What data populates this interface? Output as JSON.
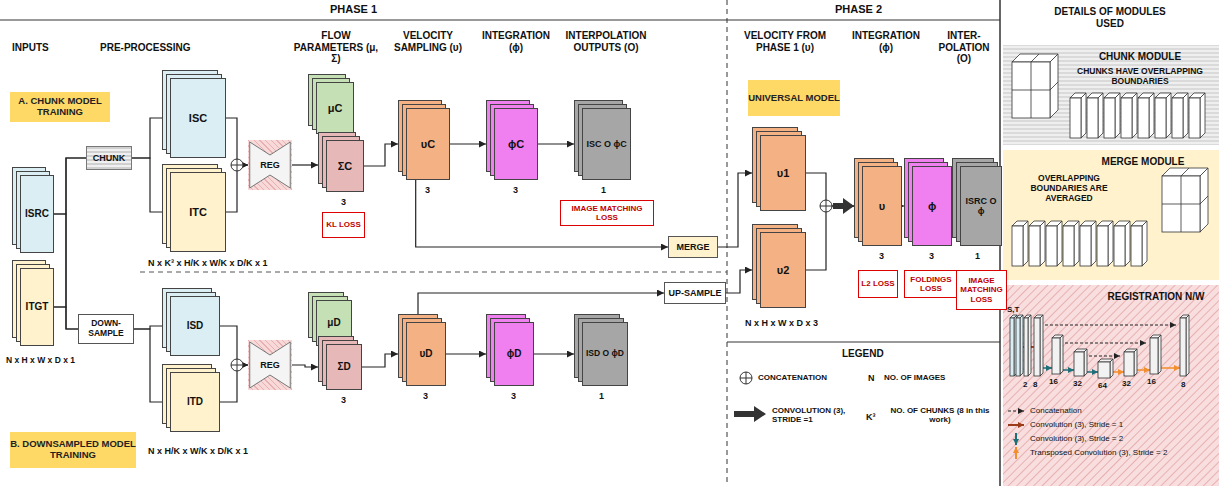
{
  "diagram": {
    "nodes": [
      {
        "text": [
          "A. CHUNK MODEL TRAINING"
        ]
      },
      {
        "text": [
          "ISRC"
        ]
      },
      {
        "text": [
          "ITGT"
        ]
      },
      {
        "text": [
          "CHUNK"
        ]
      },
      {
        "text": [
          "DOWN-SAMPLE"
        ]
      },
      {
        "text": [
          "ISC"
        ]
      },
      {
        "text": [
          "ITC"
        ]
      },
      {
        "text": [
          "REG"
        ]
      },
      {
        "text": [
          "μC"
        ]
      },
      {
        "text": [
          "ΣC"
        ]
      },
      {
        "text": [
          "KL LOSS"
        ]
      },
      {
        "text": [
          "υC"
        ]
      },
      {
        "text": [
          "ϕC"
        ]
      },
      {
        "text": [
          "ISC O ϕC"
        ]
      },
      {
        "text": [
          "IMAGE MATCHING LOSS"
        ]
      },
      {
        "text": [
          "MERGE"
        ]
      },
      {
        "text": [
          "ISD"
        ]
      },
      {
        "text": [
          "ITD"
        ]
      },
      {
        "text": [
          "REG"
        ]
      },
      {
        "text": [
          "μD"
        ]
      },
      {
        "text": [
          "ΣD"
        ]
      },
      {
        "text": [
          "υD"
        ]
      },
      {
        "text": [
          "ϕD"
        ]
      },
      {
        "text": [
          "ISD O ϕD"
        ]
      },
      {
        "text": [
          "UP-SAMPLE"
        ]
      },
      {
        "text": [
          "B. DOWNSAMPLED MODEL TRAINING"
        ]
      },
      {
        "text": [
          "UNIVERSAL MODEL"
        ]
      },
      {
        "text": [
          "υ1"
        ]
      },
      {
        "text": [
          "υ2"
        ]
      },
      {
        "text": [
          "υ"
        ]
      },
      {
        "text": [
          "ϕ"
        ]
      },
      {
        "text": [
          "ISRC O ϕ"
        ]
      },
      {
        "text": [
          "L2 LOSS"
        ]
      },
      {
        "text": [
          "FOLDINGS LOSS"
        ]
      },
      {
        "text": [
          "IMAGE MATCHING LOSS"
        ]
      },
      {
        "text": [
          "CHUNK MODULE",
          "CHUNKS HAVE OVERLAPPING BOUNDARIES"
        ]
      },
      {
        "text": [
          "MERGE MODULE",
          "OVERLAPPING BOUNDARIES ARE AVERAGED"
        ]
      },
      {
        "text": [
          "REGISTRATION N/W"
        ]
      }
    ],
    "edges": [
      {
        "from": 1,
        "to": 3,
        "arrow": "none"
      },
      {
        "from": 2,
        "to": 3,
        "arrow": "none"
      },
      {
        "from": 1,
        "to": 4,
        "arrow": "none"
      },
      {
        "from": 2,
        "to": 4,
        "arrow": "none"
      },
      {
        "from": 3,
        "to": 5,
        "arrow": "none"
      },
      {
        "from": 3,
        "to": 6,
        "arrow": "none"
      },
      {
        "from": 4,
        "to": 16,
        "arrow": "none"
      },
      {
        "from": 4,
        "to": 17,
        "arrow": "none"
      },
      {
        "from": 5,
        "to": 7,
        "arrow": "to"
      },
      {
        "from": 6,
        "to": 7,
        "arrow": "to"
      },
      {
        "from": 7,
        "to": 9,
        "arrow": "to"
      },
      {
        "from": 9,
        "to": 11,
        "arrow": "to"
      },
      {
        "from": 11,
        "to": 12,
        "arrow": "to"
      },
      {
        "from": 12,
        "to": 13,
        "arrow": "to"
      },
      {
        "from": 11,
        "to": 15,
        "arrow": "to"
      },
      {
        "from": 15,
        "to": 27,
        "arrow": "to"
      },
      {
        "from": 16,
        "to": 18,
        "arrow": "to"
      },
      {
        "from": 17,
        "to": 18,
        "arrow": "to"
      },
      {
        "from": 18,
        "to": 20,
        "arrow": "to"
      },
      {
        "from": 20,
        "to": 21,
        "arrow": "to"
      },
      {
        "from": 21,
        "to": 22,
        "arrow": "to"
      },
      {
        "from": 22,
        "to": 23,
        "arrow": "to"
      },
      {
        "from": 21,
        "to": 24,
        "arrow": "to"
      },
      {
        "from": 24,
        "to": 28,
        "arrow": "to"
      },
      {
        "from": 27,
        "to": 29,
        "arrow": "to"
      },
      {
        "from": 28,
        "to": 29,
        "arrow": "to"
      },
      {
        "from": 29,
        "to": 30,
        "arrow": "to"
      },
      {
        "from": 30,
        "to": 31,
        "arrow": "to"
      }
    ],
    "labels": [
      "PHASE 1",
      "PHASE 2",
      "DETAILS OF MODULES USED",
      "INPUTS",
      "PRE-PROCESSING",
      "FLOW PARAMETERS (μ, Σ)",
      "VELOCITY SAMPLING (υ)",
      "INTEGRATION (ϕ)",
      "INTERPOLATION OUTPUTS (O)",
      "VELOCITY FROM PHASE 1 (υ)",
      "INTEGRATION (ϕ)",
      "INTER-POLATION (O)",
      "N x H x W x D x 1",
      "N x K³ x H/K x W/K x D/K x 1",
      "3",
      "3",
      "3",
      "1",
      "N x H/K x W/K x D/K x 1",
      "3",
      "3",
      "3",
      "1",
      "N x H x W x D x 3",
      "3",
      "3",
      "1",
      "LEGEND",
      "N",
      "NO. OF IMAGES",
      "K³",
      "NO. OF CHUNKS (8 in this work)",
      "S,T",
      "2",
      "8",
      "16",
      "32",
      "64",
      "32",
      "16",
      "8"
    ],
    "legend": [
      {
        "text": "CONCATENATION"
      },
      {
        "text": "CONVOLUTION (3), STRIDE =1"
      },
      {
        "text": "Concatenation"
      },
      {
        "text": "Convolution (3), Stride = 1"
      },
      {
        "text": "Convolution (3), Stride = 2"
      },
      {
        "text": "Transposed Convolution (3), Stride = 2"
      }
    ]
  }
}
